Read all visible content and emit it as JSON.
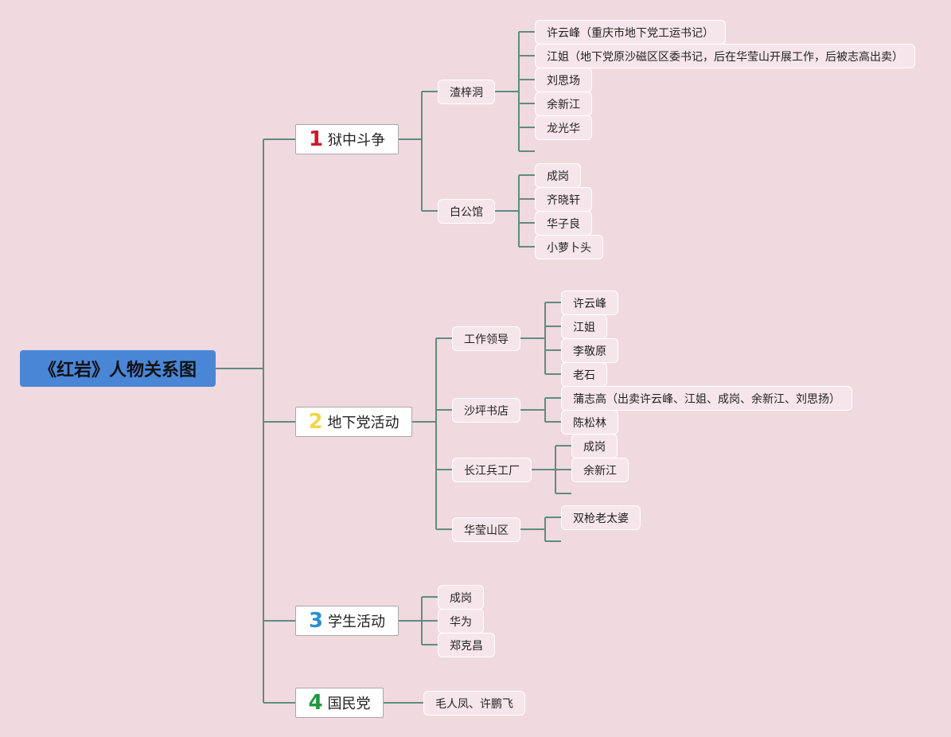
{
  "title": "《红岩》人物关系图",
  "branches": [
    {
      "num": "1",
      "num_color": "#cc1a2a",
      "label": "狱中斗争",
      "groups": [
        {
          "label": "渣梓洞",
          "items": [
            "许云峰（重庆市地下党工运书记）",
            "江姐（地下党原沙磁区区委书记，后在华莹山开展工作，后被志高出卖）",
            "刘思场",
            "余新江",
            "龙光华"
          ]
        },
        {
          "label": "白公馆",
          "items": [
            "成岗",
            "齐晓轩",
            "华子良",
            "小萝卜头"
          ]
        }
      ]
    },
    {
      "num": "2",
      "num_color": "#f1d64a",
      "label": "地下党活动",
      "groups": [
        {
          "label": "工作领导",
          "items": [
            "许云峰",
            "江姐",
            "李敬原",
            "老石"
          ]
        },
        {
          "label": "沙坪书店",
          "items": [
            "蒲志高（出卖许云峰、江姐、成岗、余新江、刘思扬）",
            "陈松林"
          ]
        },
        {
          "label": "长江兵工厂",
          "items": [
            "成岗",
            "余新江"
          ]
        },
        {
          "label": "华莹山区",
          "items": [
            "双枪老太婆"
          ]
        }
      ]
    },
    {
      "num": "3",
      "num_color": "#2a8fd0",
      "label": "学生活动",
      "items": [
        "成岗",
        "华为",
        "郑克昌"
      ]
    },
    {
      "num": "4",
      "num_color": "#1e9a3c",
      "label": "国民党",
      "items": [
        "毛人凤、许鹏飞"
      ]
    }
  ]
}
